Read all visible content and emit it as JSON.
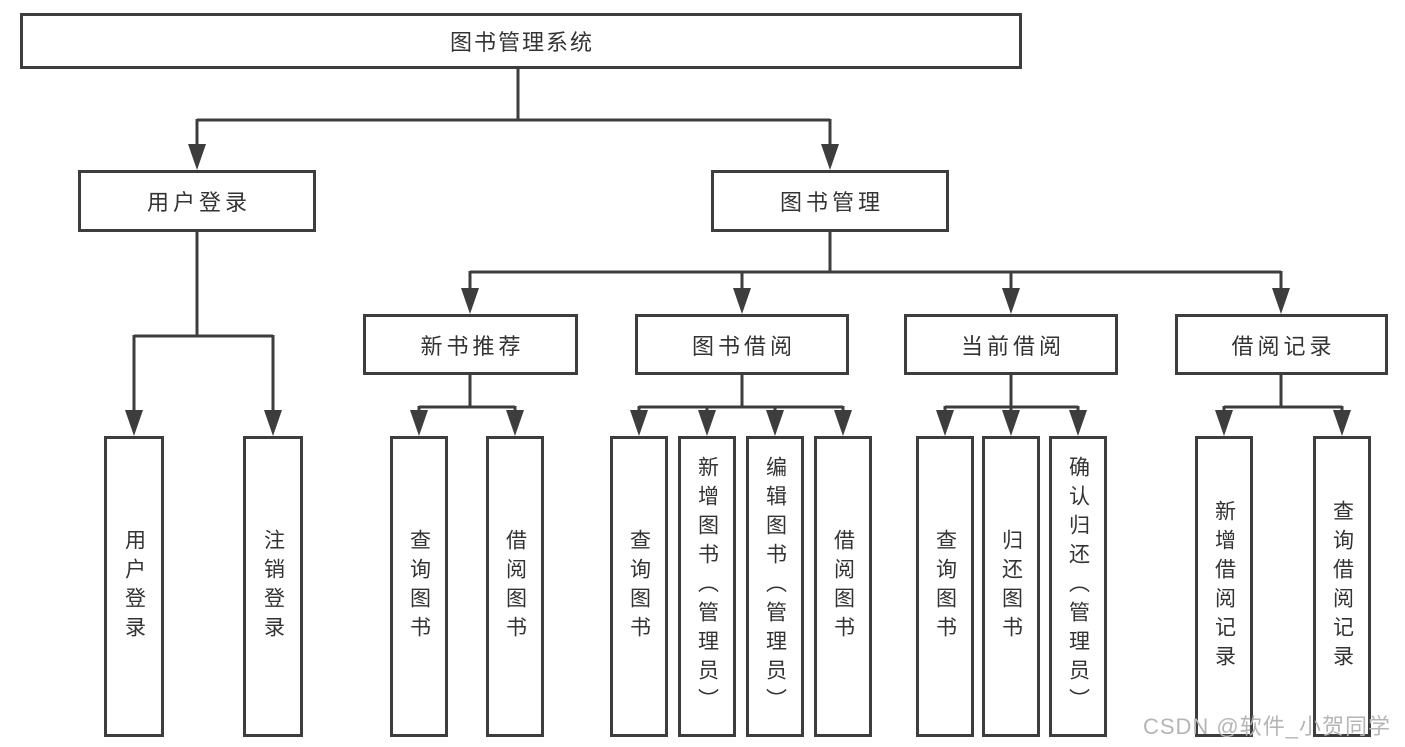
{
  "diagram": {
    "root": "图书管理系统",
    "level2": {
      "user_login": "用户登录",
      "book_mgmt": "图书管理"
    },
    "level3": {
      "new_books": "新书推荐",
      "book_borrow": "图书借阅",
      "current_borrow": "当前借阅",
      "borrow_records": "借阅记录"
    },
    "leaves": {
      "login": "用户登录",
      "logout": "注销登录",
      "nb_query": "查询图书",
      "nb_borrow": "借阅图书",
      "bb_query": "查询图书",
      "bb_add": "新增图书（管理员）",
      "bb_edit": "编辑图书（管理员）",
      "bb_borrow": "借阅图书",
      "cb_query": "查询图书",
      "cb_return": "归还图书",
      "cb_confirm": "确认归还（管理员）",
      "br_add": "新增借阅记录",
      "br_query": "查询借阅记录"
    }
  },
  "colors": {
    "line": "#3d3d3d",
    "text": "#333333",
    "watermark_text": "#b5b5b5"
  },
  "watermark": "CSDN @软件_小贺同学"
}
